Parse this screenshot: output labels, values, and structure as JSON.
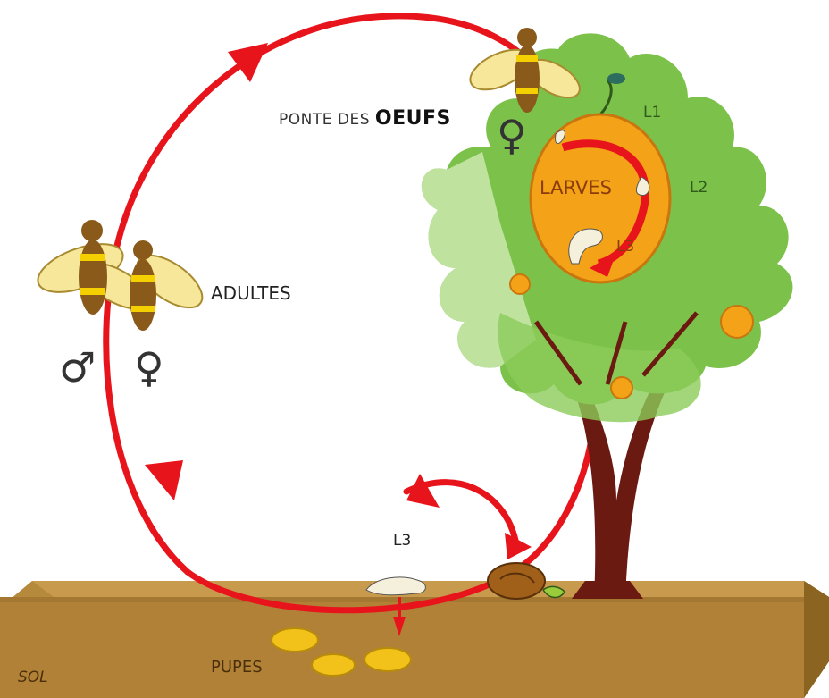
{
  "labels": {
    "ponte_prefix": "PONTE DES ",
    "ponte_suffix": "OEUFS",
    "adultes": "ADULTES",
    "larves": "LARVES",
    "l1": "L1",
    "l2": "L2",
    "l3_fruit": "L3",
    "l3_soil": "L3",
    "pupes": "PUPES",
    "sol": "SOL"
  },
  "symbols": {
    "male": "♂",
    "female_adult": "♀",
    "female_laying": "♀"
  },
  "colors": {
    "cycle_arrow": "#e8141b",
    "soil": "#b58a3c",
    "soil_dark": "#8a6420",
    "leaf": "#7cc24a",
    "leaf_light": "#c7e6a8",
    "fruit": "#f4a318",
    "trunk": "#6b1a12",
    "fly_wing": "#f6e79a",
    "fly_body": "#8a5a1a",
    "fly_band": "#f4d000",
    "pupa": "#f2c21a"
  }
}
